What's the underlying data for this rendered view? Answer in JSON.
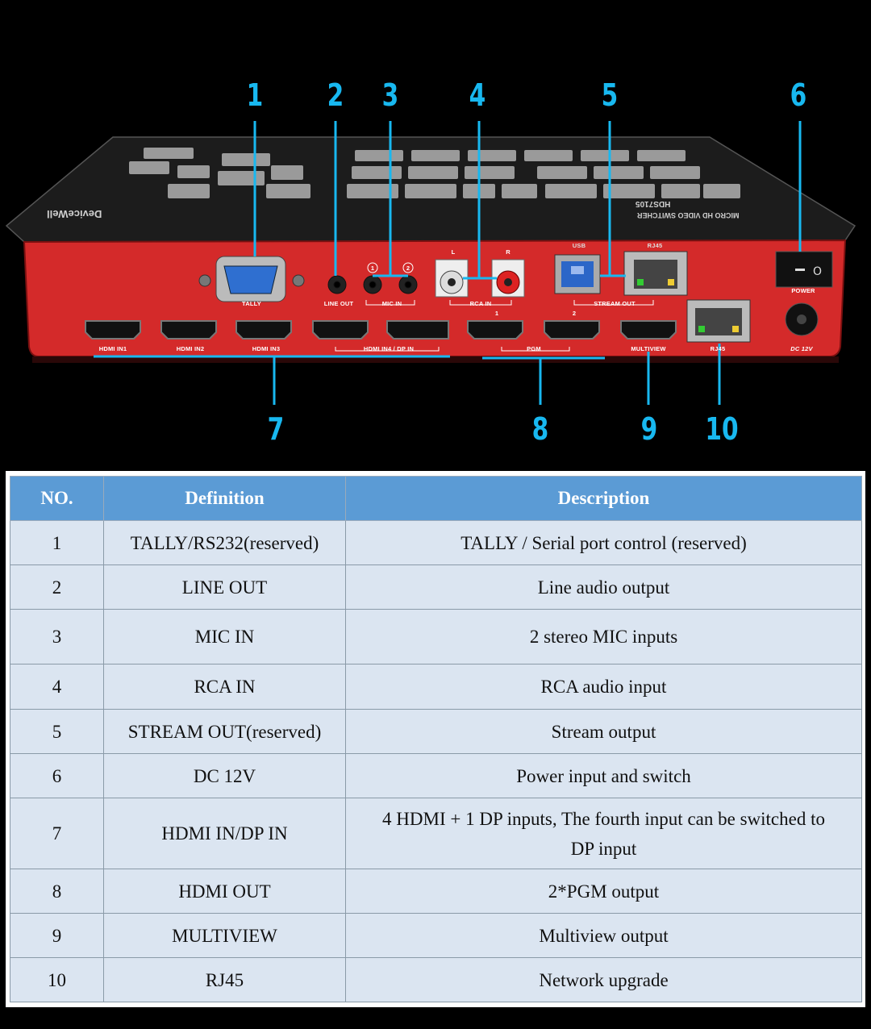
{
  "device": {
    "callouts": [
      "1",
      "2",
      "3",
      "4",
      "5",
      "6",
      "7",
      "8",
      "9",
      "10"
    ],
    "brand": "DeviceWell",
    "model": "HDS7105",
    "model_sub": "MICRO HD VIDEO SWITCHER",
    "port_labels": {
      "tally": "TALLY",
      "line_out": "LINE OUT",
      "mic_in": "MIC IN",
      "mic_1": "1",
      "mic_2": "2",
      "rca_l": "L",
      "rca_r": "R",
      "rca_in": "RCA IN",
      "usb": "USB",
      "rj45_top": "RJ45",
      "stream_out": "STREAM OUT",
      "power": "POWER",
      "hdmi_in1": "HDMI IN1",
      "hdmi_in2": "HDMI IN2",
      "hdmi_in3": "HDMI IN3",
      "hdmi_in4_dp": "HDMI IN4 / DP IN",
      "pgm_1": "1",
      "pgm_2": "2",
      "pgm": "PGM",
      "multiview": "MULTIVIEW",
      "rj45_bottom": "RJ45",
      "dc12v": "DC 12V"
    }
  },
  "table": {
    "headers": [
      "NO.",
      "Definition",
      "Description"
    ],
    "rows": [
      {
        "no": "1",
        "definition": "TALLY/RS232(reserved)",
        "description": "TALLY / Serial port control (reserved)"
      },
      {
        "no": "2",
        "definition": "LINE OUT",
        "description": "Line audio output"
      },
      {
        "no": "3",
        "definition": "MIC IN",
        "description": "2 stereo MIC inputs"
      },
      {
        "no": "4",
        "definition": "RCA IN",
        "description": "RCA audio input"
      },
      {
        "no": "5",
        "definition": "STREAM OUT(reserved)",
        "description": "Stream output"
      },
      {
        "no": "6",
        "definition": "DC 12V",
        "description": "Power input and switch"
      },
      {
        "no": "7",
        "definition": "HDMI IN/DP IN",
        "description": "4 HDMI + 1 DP inputs, The fourth input can be switched to DP input"
      },
      {
        "no": "8",
        "definition": "HDMI OUT",
        "description": "2*PGM output"
      },
      {
        "no": "9",
        "definition": "MULTIVIEW",
        "description": "Multiview output"
      },
      {
        "no": "10",
        "definition": "RJ45",
        "description": "Network upgrade"
      }
    ]
  }
}
